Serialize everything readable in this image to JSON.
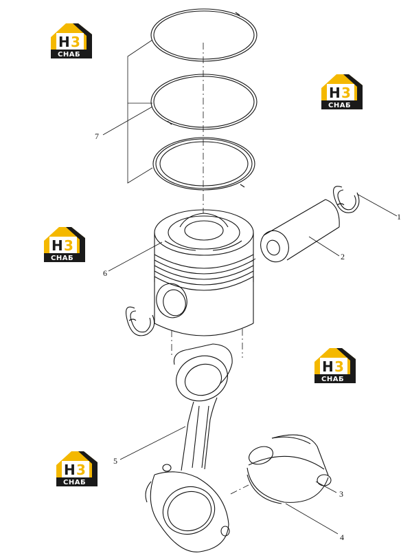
{
  "diagram": {
    "callouts": [
      {
        "id": "1",
        "label": "1"
      },
      {
        "id": "2",
        "label": "2"
      },
      {
        "id": "3",
        "label": "3"
      },
      {
        "id": "4",
        "label": "4"
      },
      {
        "id": "5",
        "label": "5"
      },
      {
        "id": "6",
        "label": "6"
      },
      {
        "id": "7",
        "label": "7"
      }
    ]
  },
  "watermark": {
    "brand_mark": "H3",
    "brand_text": "CHAБ",
    "colors": {
      "roof": "#f4b800",
      "dark": "#1a1a1a",
      "gold": "#f4b800"
    }
  }
}
